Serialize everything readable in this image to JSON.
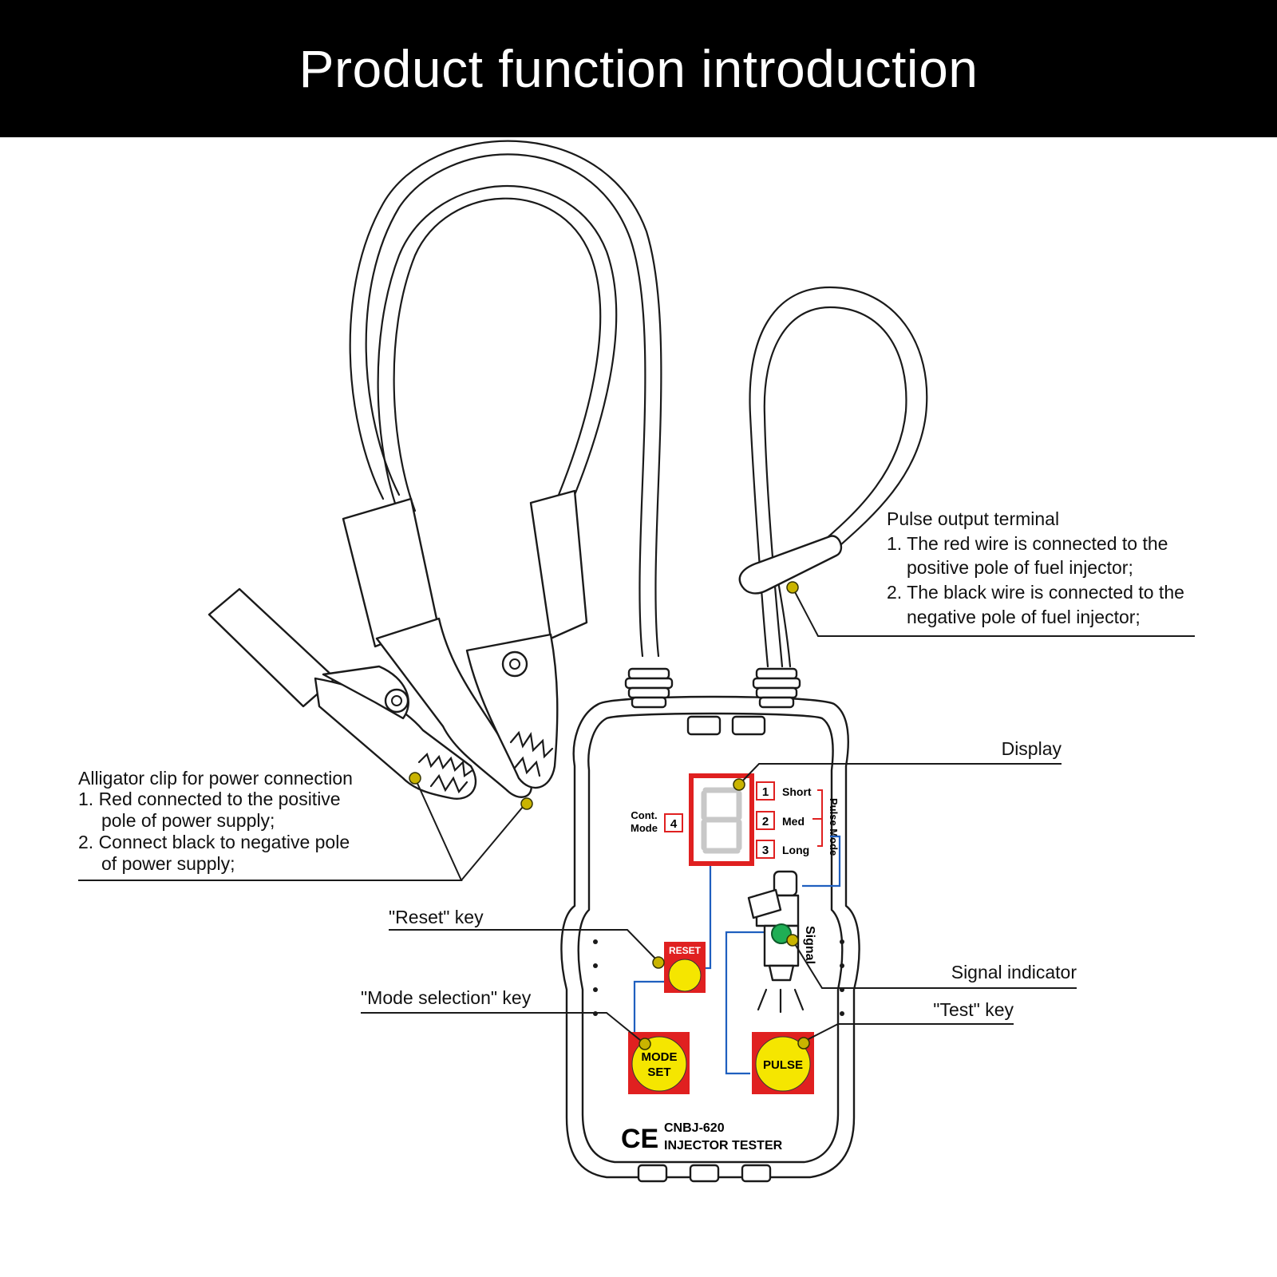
{
  "header": {
    "title": "Product function introduction"
  },
  "callouts": {
    "alligator": {
      "title": "Alligator clip for power connection",
      "line1": "1. Red connected to the positive",
      "line2": "pole of power supply;",
      "line3": "2. Connect black to negative pole",
      "line4": "of power supply;"
    },
    "pulse_terminal": {
      "title": "Pulse output terminal",
      "line1": "1. The red wire is connected to the",
      "line2": "positive pole of fuel injector;",
      "line3": "2. The black wire is connected to the",
      "line4": "negative pole of fuel injector;"
    },
    "display": "Display",
    "reset_key": "\"Reset\" key",
    "mode_key": "\"Mode selection\" key",
    "signal_indicator": "Signal indicator",
    "test_key": "\"Test\" key"
  },
  "device": {
    "cont_mode_line1": "Cont.",
    "cont_mode_line2": "Mode",
    "mode_4": "4",
    "mode_1": "1",
    "mode_1_label": "Short",
    "mode_2": "2",
    "mode_2_label": "Med",
    "mode_3": "3",
    "mode_3_label": "Long",
    "pulse_mode": "Pulse Mode",
    "reset_label": "RESET",
    "mode_btn_line1": "MODE",
    "mode_btn_line2": "SET",
    "pulse_btn": "PULSE",
    "signal_label": "Signal",
    "ce_mark": "CE",
    "model": "CNBJ-620",
    "product": "INJECTOR TESTER"
  },
  "colors": {
    "banner_bg": "#000000",
    "banner_text": "#ffffff",
    "button_red": "#e02020",
    "button_yellow": "#f5e600",
    "signal_green": "#1fae55",
    "callout_dot": "#c9b400",
    "connector_blue": "#1f5fbf"
  },
  "icons": [
    "alligator-clip-icon",
    "fuel-injector-icon",
    "seven-segment-display-icon",
    "ce-mark-icon"
  ]
}
